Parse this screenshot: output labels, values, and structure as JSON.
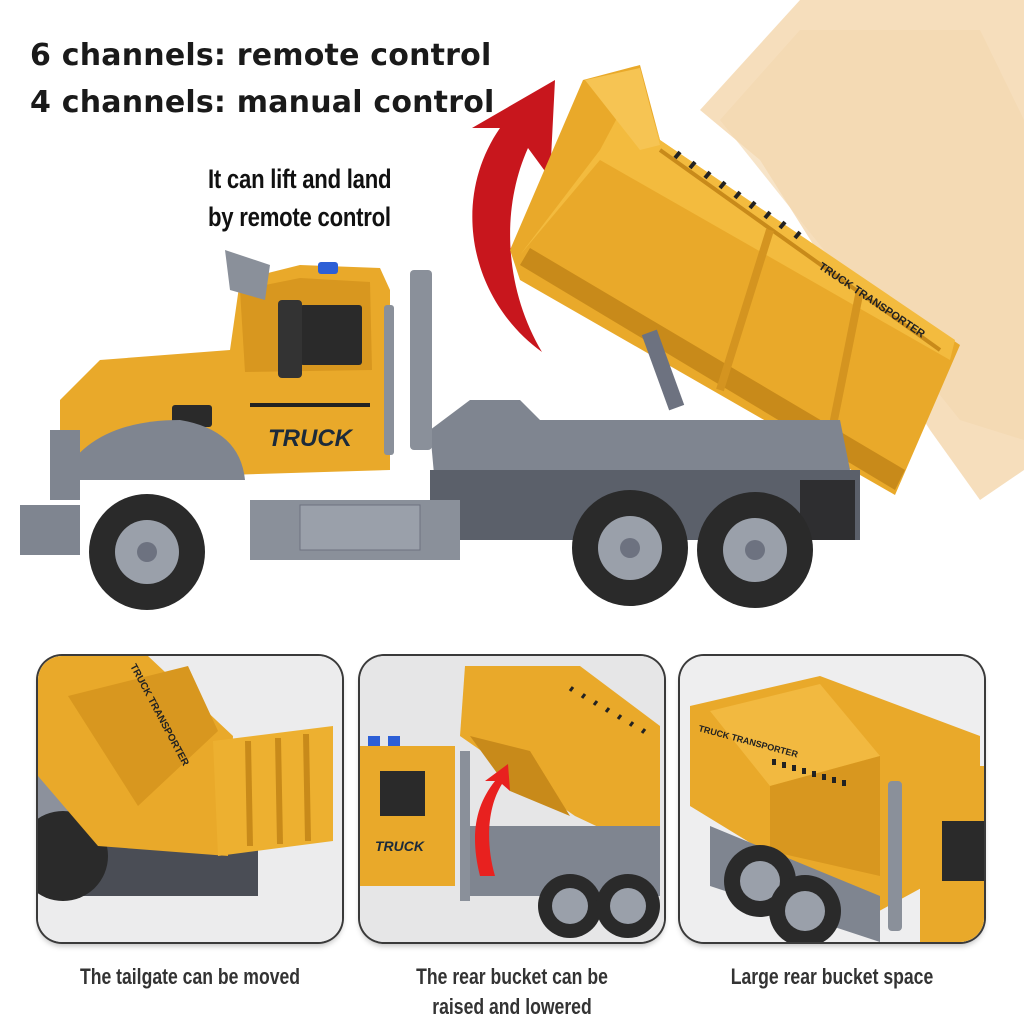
{
  "headline": {
    "line1": "6 channels: remote control",
    "line2": "4 channels: manual control"
  },
  "subheadline": {
    "line1": "It can lift and land",
    "line2": "by remote control"
  },
  "truck_labels": {
    "door_logo": "TRUCK",
    "bed_text": "TRUCK TRANSPORTER"
  },
  "panels": [
    {
      "caption": "The tailgate can be moved",
      "image": "tailgate-closeup"
    },
    {
      "caption_line1": "The rear bucket can be",
      "caption_line2": "raised and lowered",
      "image": "bucket-raised-closeup"
    },
    {
      "caption": "Large rear bucket space",
      "image": "bucket-space-closeup"
    }
  ],
  "colors": {
    "truck_yellow": "#e9a92a",
    "truck_yellow_dark": "#c88a1a",
    "chassis_gray": "#7f8590",
    "tire_black": "#2a2a2a",
    "arrow_red": "#c8161d",
    "beacon_blue": "#2d5fd6",
    "logo_green": "#3cbf4a"
  }
}
